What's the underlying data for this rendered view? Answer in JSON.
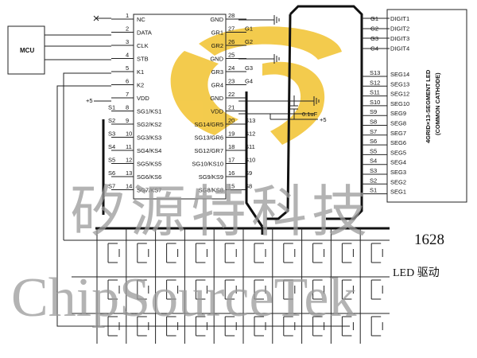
{
  "mcu_label": "MCU",
  "chip_left_pins": [
    {
      "num": "1",
      "label": "NC"
    },
    {
      "num": "2",
      "label": "DATA"
    },
    {
      "num": "3",
      "label": "CLK"
    },
    {
      "num": "4",
      "label": "STB"
    },
    {
      "num": "5",
      "label": "K1"
    },
    {
      "num": "6",
      "label": "K2"
    },
    {
      "num": "7",
      "label": "VDD"
    },
    {
      "num": "8",
      "label": "SG1/KS1"
    },
    {
      "num": "9",
      "label": "SG2/KS2"
    },
    {
      "num": "10",
      "label": "SG3/KS3"
    },
    {
      "num": "11",
      "label": "SG4/KS4"
    },
    {
      "num": "12",
      "label": "SG5/KS5"
    },
    {
      "num": "13",
      "label": "SG6/KS6"
    },
    {
      "num": "14",
      "label": "SG7/KS7"
    }
  ],
  "chip_right_pins": [
    {
      "num": "28",
      "label": "GND"
    },
    {
      "num": "27",
      "label": "GR1"
    },
    {
      "num": "26",
      "label": "GR2"
    },
    {
      "num": "25",
      "label": "GND"
    },
    {
      "num": "24",
      "label": "GR3"
    },
    {
      "num": "23",
      "label": "GR4"
    },
    {
      "num": "22",
      "label": "GND"
    },
    {
      "num": "21",
      "label": "VDD"
    },
    {
      "num": "20",
      "label": "SG14/GR5"
    },
    {
      "num": "19",
      "label": "SG13/GR6"
    },
    {
      "num": "18",
      "label": "SG12/GR7"
    },
    {
      "num": "17",
      "label": "SG10/KS10"
    },
    {
      "num": "16",
      "label": "SG9/KS9"
    },
    {
      "num": "15",
      "label": "SG8/KS8"
    }
  ],
  "left_seg_nets": [
    "S1",
    "S2",
    "S3",
    "S4",
    "S5",
    "S6",
    "S7"
  ],
  "right_nets": [
    "G1",
    "G2",
    "G3",
    "G4",
    "S13",
    "S12",
    "S11",
    "S10",
    "S9",
    "S8"
  ],
  "vdd_plus": "+5",
  "cap_label": "0.1uF",
  "led_pins": [
    "DIGIT1",
    "DIGIT2",
    "DIGIT3",
    "DIGIT4",
    "SEG14",
    "SEG13",
    "SEG12",
    "SEG10",
    "SEG9",
    "SEG8",
    "SEG7",
    "SEG6",
    "SEG5",
    "SEG4",
    "SEG3",
    "SEG2",
    "SEG1"
  ],
  "led_side_g": [
    "G1",
    "G2",
    "G3",
    "G4"
  ],
  "led_side_s": [
    "S13",
    "S12",
    "S11",
    "S10",
    "S9",
    "S8",
    "S7",
    "S6",
    "S5",
    "S4",
    "S3",
    "S2",
    "S1"
  ],
  "led_title_1": "4GRID×13-SEGMENT LED",
  "led_title_2": "(COMMON CATHODE)",
  "chip_name": "1628",
  "chip_desc": "LED 驱动",
  "watermark_cn": "矽源特科技",
  "watermark_en": "ChipSourceTek",
  "colors": {
    "logo": "#f2c22e",
    "wire": "#222222",
    "watermark": "#9a9a9a"
  }
}
